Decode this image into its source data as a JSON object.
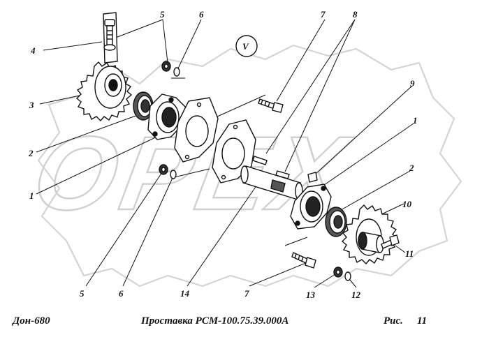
{
  "view_marker": "V",
  "callouts": [
    "1",
    "2",
    "3",
    "4",
    "5",
    "6",
    "7",
    "8",
    "9",
    "10",
    "11",
    "12",
    "13",
    "14"
  ],
  "watermark": "OPEX",
  "footer": {
    "model": "Дон-680",
    "title": "Проставка РСМ-100.75.39.000А",
    "fig_label": "Рис.",
    "fig_number": "11"
  },
  "colors": {
    "ink": "#111111",
    "watermark": "#d9d9d9"
  }
}
